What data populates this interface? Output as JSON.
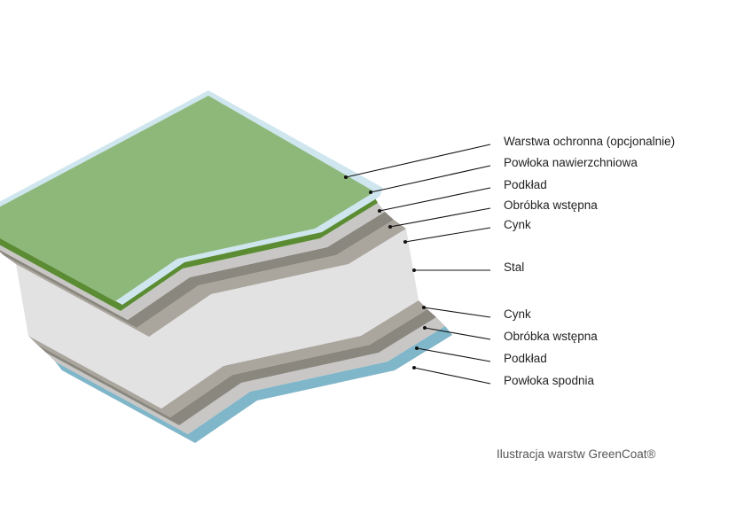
{
  "labels": [
    "Warstwa ochronna (opcjonalnie)",
    "Powłoka nawierzchniowa",
    "Podkład",
    "Obróbka wstępna",
    "Cynk",
    "Stal",
    "Cynk",
    "Obróbka wstępna",
    "Podkład",
    "Powłoka spodnia"
  ],
  "caption": "Ilustracja warstw GreenCoat®",
  "colors": {
    "protective": "#cfe6ee",
    "top_face": "#8db87a",
    "topcoat": "#5b8c33",
    "primer": "#c8c7c5",
    "pretreatment": "#8a877f",
    "zinc": "#aaa59d",
    "steel": "#e2e2e2",
    "backcoat": "#80b6c9"
  }
}
